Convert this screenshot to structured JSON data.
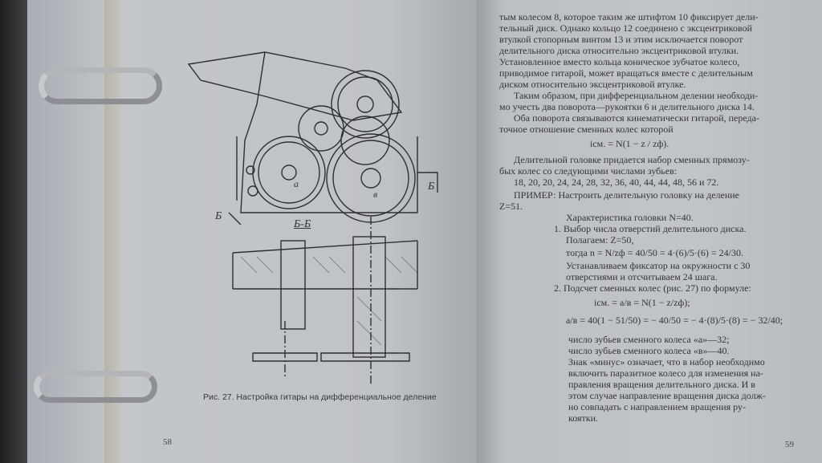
{
  "left_page": {
    "figure_labels": {
      "section_mark_1": "Б",
      "section_mark_2": "Б",
      "section_title": "Б-Б",
      "gear_a": "а",
      "gear_b": "в"
    },
    "caption": "Рис. 27. Настройка гитары на дифференциальное деление",
    "page_number": "58"
  },
  "right_page": {
    "lines": [
      "тым колесом 8, которое таким же штифтом 10 фиксирует дели-",
      "тельный диск. Однако кольцо 12 соединено с эксцентриковой",
      "втулкой стопорным винтом 13 и этим исключается поворот",
      "делительного диска относительно эксцентриковой втулки.",
      "Установленное вместо кольца коническое зубчатое колесо,",
      "приводимое гитарой, может вращаться вместе с делительным",
      "диском относительно эксцентриковой втулке.",
      "Таким образом, при дифференциальном делении необходи-",
      "мо учесть два поворота—рукоятки 6 и делительного диска 14.",
      "Оба поворота связываются кинематически гитарой, переда-",
      "точное отношение сменных колес которой"
    ],
    "formula_1": "iсм. = N(1 − z / zф).",
    "lines_2": [
      "Делительной головке придается набор сменных прямозу-",
      "бых колес со следующими числами зубьев:",
      "18, 20, 20, 24, 24, 28, 32, 36, 40, 44, 44, 48, 56 и 72.",
      "ПРИМЕР: Настроить делительную головку на деление",
      "Z=51."
    ],
    "characteristic": "Характеристика головки N=40.",
    "step_1": "1. Выбор числа отверстий делительного диска.",
    "step_1_assume": "Полагаем: Z=50,",
    "formula_2": "тогда n = N/zф = 40/50 = 4·(6)/5·(6) = 24/30.",
    "step_1_text": [
      "Устанавливаем фиксатор на окружности с 30",
      "отверстиями и отсчитываем 24 шага."
    ],
    "step_2": "2. Подсчет сменных колес (рис. 27) по формуле:",
    "formula_3": "iсм. = a/в = N(1 − z/zф);",
    "formula_4": "a/в = 40(1 − 51/50) = − 40/50 = − 4·(8)/5·(8) = − 32/40;",
    "result_lines": [
      "число зубьев сменного колеса «а»—32;",
      "число зубьев сменного колеса «в»—40."
    ],
    "note_lines": [
      "Знак «минус» означает, что в набор необходимо",
      "включить паразитное колесо для изменения на-",
      "правления вращения делительного диска. И в",
      "этом случае направление вращения диска долж-",
      "но совпадать с направлением вращения ру-",
      "коятки."
    ],
    "page_number": "59"
  }
}
